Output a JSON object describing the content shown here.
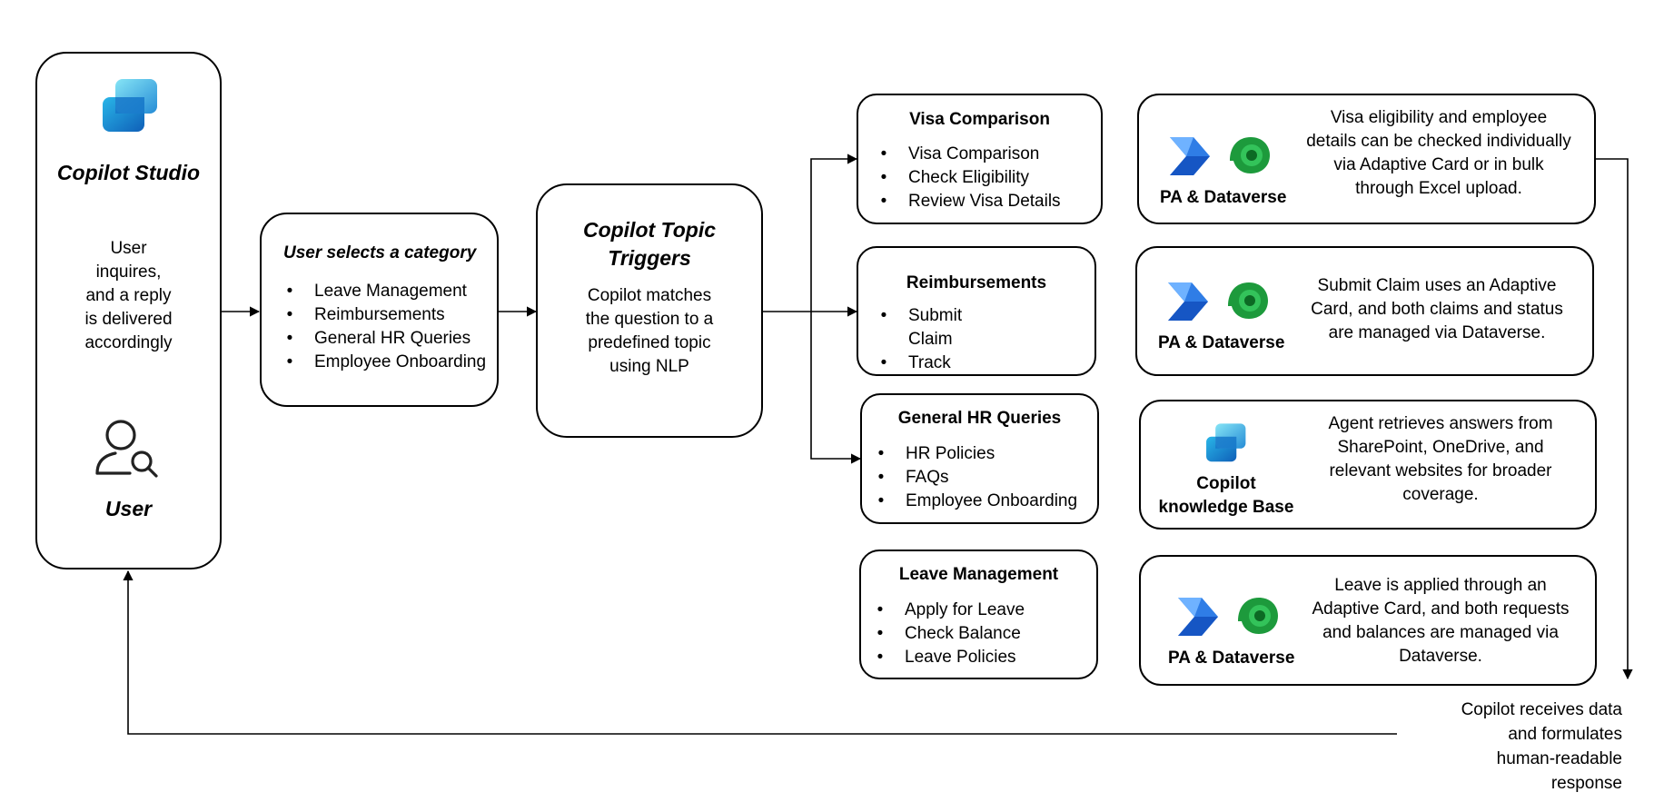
{
  "user_panel": {
    "app_name": "Copilot Studio",
    "description_lines": [
      "User",
      "inquires,",
      "and a reply",
      "is delivered",
      "accordingly"
    ],
    "user_label": "User"
  },
  "category_box": {
    "title": "User selects a category",
    "items": [
      "Leave Management",
      "Reimbursements",
      "General HR Queries",
      "Employee Onboarding"
    ]
  },
  "trigger_box": {
    "title_lines": [
      "Copilot Topic",
      "Triggers"
    ],
    "description_lines": [
      "Copilot matches",
      "the question to a",
      "predefined topic",
      "using NLP"
    ]
  },
  "topics": [
    {
      "title": "Visa Comparison",
      "items": [
        "Visa Comparison",
        "Check Eligibility",
        "Review Visa Details"
      ]
    },
    {
      "title": "Reimbursements",
      "items": [
        "Submit",
        "Claim",
        "Track"
      ]
    },
    {
      "title": "General HR Queries",
      "items": [
        "HR Policies",
        "FAQs",
        "Employee Onboarding"
      ]
    },
    {
      "title": "Leave Management",
      "items": [
        "Apply for Leave",
        "Check Balance",
        "Leave Policies"
      ]
    }
  ],
  "integrations": [
    {
      "label": "PA & Dataverse",
      "icons": [
        "power-automate-icon",
        "dataverse-icon"
      ],
      "description_lines": [
        "Visa eligibility and employee",
        "details can be checked individually",
        "via Adaptive Card or in bulk",
        "through Excel upload."
      ]
    },
    {
      "label": "PA & Dataverse",
      "icons": [
        "power-automate-icon",
        "dataverse-icon"
      ],
      "description_lines": [
        "Submit Claim uses an Adaptive",
        "Card, and both claims and status",
        "are managed via Dataverse."
      ]
    },
    {
      "label_lines": [
        "Copilot",
        "knowledge Base"
      ],
      "icons": [
        "copilot-studio-icon"
      ],
      "description_lines": [
        "Agent retrieves answers from",
        "SharePoint, OneDrive, and",
        "relevant websites for broader",
        "coverage."
      ]
    },
    {
      "label": "PA & Dataverse",
      "icons": [
        "power-automate-icon",
        "dataverse-icon"
      ],
      "description_lines": [
        "Leave is applied through an",
        "Adaptive Card, and both requests",
        "and balances are managed via",
        "Dataverse."
      ]
    }
  ],
  "response_note": {
    "lines": [
      "Copilot receives data",
      "and formulates",
      "human-readable",
      "response"
    ]
  },
  "colors": {
    "stroke": "#000000",
    "pa_blue": "#1b6fe0",
    "dataverse_green": "#1f8f2f",
    "copilot_cyan": "#27a2d8"
  }
}
